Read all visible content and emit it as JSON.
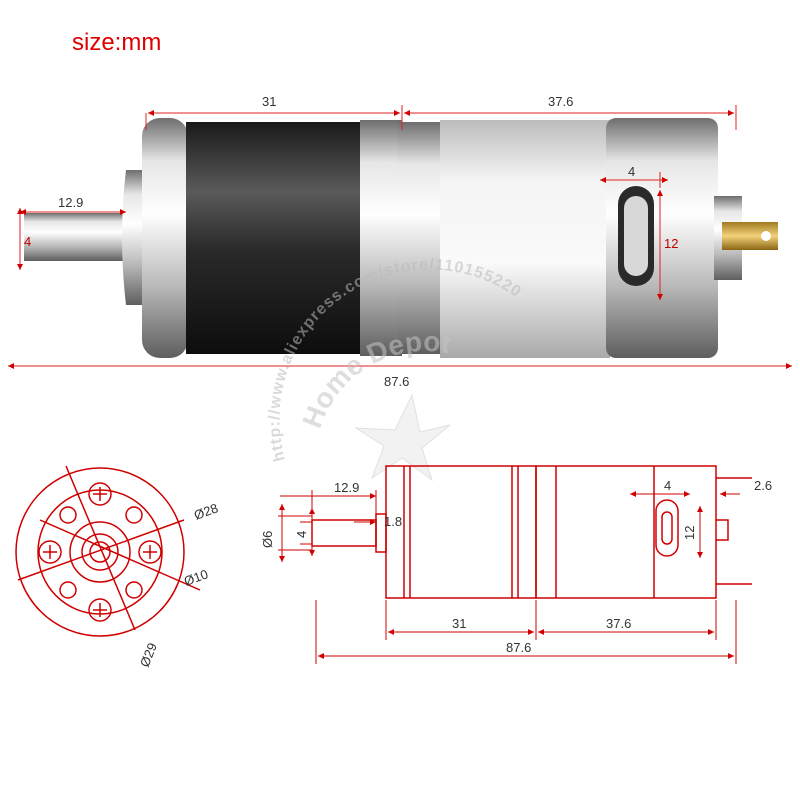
{
  "title": "size:mm",
  "colors": {
    "accent": "#e00000",
    "dimension_line": "#e02020",
    "drawing_line": "#d00000"
  },
  "top_view": {
    "dims": {
      "gearbox_length": "31",
      "motor_length": "37.6",
      "total_length": "87.6",
      "shaft_length": "12.9",
      "shaft_flat": "4",
      "terminal_width": "4",
      "terminal_height": "12"
    }
  },
  "front_view": {
    "dims": {
      "pcd": "Ø28",
      "hub": "Ø10",
      "body": "Ø29"
    }
  },
  "side_view": {
    "dims": {
      "shaft_length": "12.9",
      "shaft_dia": "Ø6",
      "shaft_flat": "4",
      "boss": "1.8",
      "terminal_width": "4",
      "terminal_protrusion": "2.6",
      "terminal_height": "12",
      "gearbox_length": "31",
      "motor_length": "37.6",
      "total_length": "87.6"
    }
  },
  "watermark": {
    "url_text": "http://www.aliexpress.com/store/1101552205",
    "brand_text": "Home Depot"
  }
}
